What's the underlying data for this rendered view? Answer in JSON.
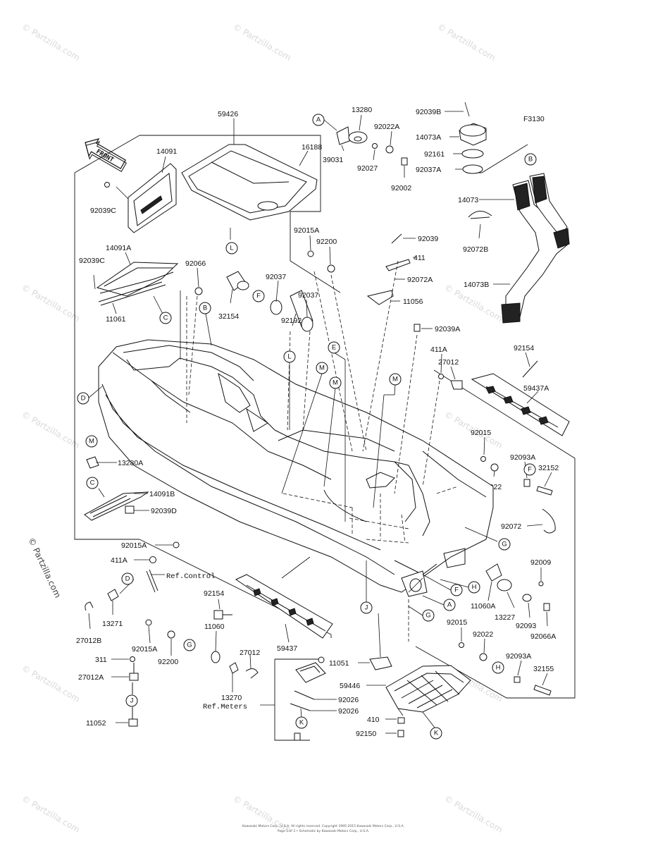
{
  "figure_code": "F3130",
  "front_arrow_label": "FRONT",
  "watermark_text": "© Partzilla.com",
  "footer_line1": "Kawasaki Motors Corp., U.S.A. All rights reserved. Copyright 1995-2015 Kawasaki Motors Corp., U.S.A.",
  "footer_line2": "Page 3 of 3 • Schematic by Kawasaki Motors Corp., U.S.A.",
  "part_labels": {
    "p59426": "59426",
    "p14091": "14091",
    "p16188": "16188",
    "p92039C": "92039C",
    "p14091A": "14091A",
    "p92039C_2": "92039C",
    "p11061": "11061",
    "p92066": "92066",
    "p32154": "32154",
    "p13280": "13280",
    "p92022A": "92022A",
    "p39031": "39031",
    "p92027": "92027",
    "p92002": "92002",
    "p92039B": "92039B",
    "p14073A": "14073A",
    "p92161": "92161",
    "p92037A": "92037A",
    "p14073": "14073",
    "p92072B": "92072B",
    "p14073B": "14073B",
    "p92015A": "92015A",
    "p92200": "92200",
    "p92039": "92039",
    "p411": "411",
    "p92072A": "92072A",
    "p11056": "11056",
    "p92037": "92037",
    "p92037_2": "92037",
    "p92192": "92192",
    "p92039A": "92039A",
    "p411A": "411A",
    "p27012": "27012",
    "p92154": "92154",
    "p59437A": "59437A",
    "p13280A": "13280A",
    "p14091B": "14091B",
    "p92039D": "92039D",
    "p92015": "92015",
    "p92093A": "92093A",
    "p32152": "32152",
    "p92022": "92022",
    "p92072": "92072",
    "p92009": "92009",
    "p11060A": "11060A",
    "p13227": "13227",
    "p92093": "92093",
    "p92066A": "92066A",
    "p92015_2": "92015",
    "p92022_2": "92022",
    "p92093A_2": "92093A",
    "p32155": "32155",
    "p92015A_2": "92015A",
    "p411A_2": "411A",
    "p92154_2": "92154",
    "p13271": "13271",
    "p27012B": "27012B",
    "p11060": "11060",
    "p92015A_3": "92015A",
    "p92200_2": "92200",
    "p27012_2": "27012",
    "p311": "311",
    "p27012A": "27012A",
    "p13270": "13270",
    "p59437": "59437",
    "p11051": "11051",
    "p59446": "59446",
    "p92026": "92026",
    "p92026_2": "92026",
    "p410": "410",
    "p92150": "92150",
    "p11052": "11052"
  },
  "ref_labels": {
    "ref_control": "Ref.Control",
    "ref_meters": "Ref.Meters"
  },
  "callout_letters": {
    "cA1": "A",
    "cB1": "B",
    "cL1": "L",
    "cF1": "F",
    "cC1": "C",
    "cB2": "B",
    "cD1": "D",
    "cE1": "E",
    "cL2": "L",
    "cM1": "M",
    "cM2": "M",
    "cM3": "M",
    "cM4": "M",
    "cC2": "C",
    "cG1": "G",
    "cF2": "F",
    "cH1": "H",
    "cA2": "A",
    "cG2": "G",
    "cJ1": "J",
    "cF3": "F",
    "cH2": "H",
    "cD2": "D",
    "cG3": "G",
    "cJ2": "J",
    "cK1": "K",
    "cK2": "K"
  }
}
